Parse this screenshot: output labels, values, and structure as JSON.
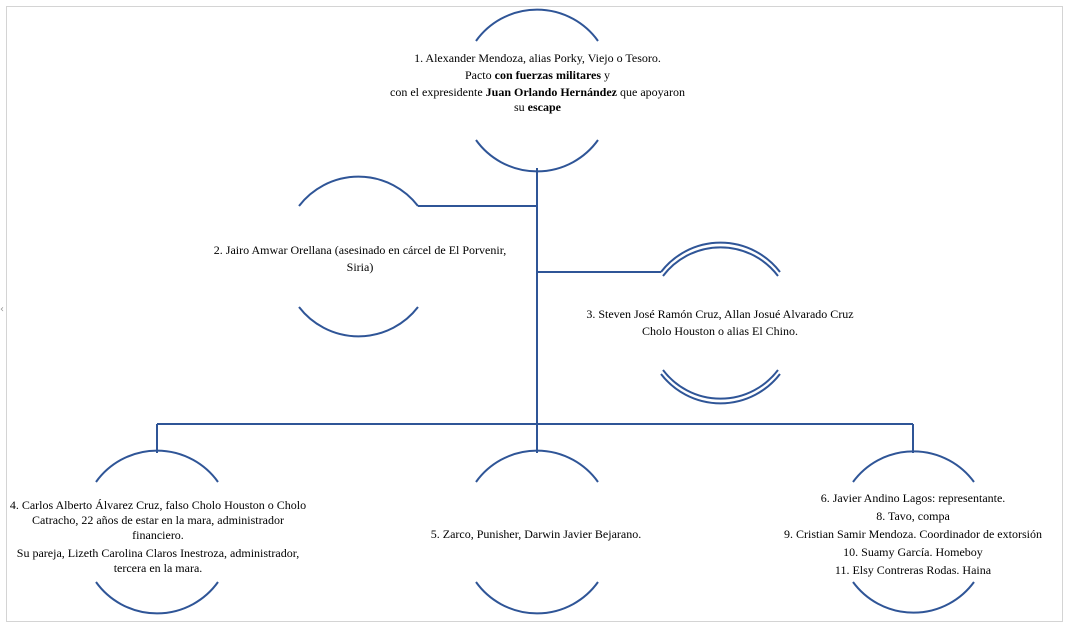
{
  "colors": {
    "line": "#2f5597",
    "frame": "#d4d4d4"
  },
  "nodes": {
    "n1": {
      "line1": "1. Alexander Mendoza, alias Porky, Viejo o Tesoro.",
      "line2_pre": "Pacto ",
      "line2_bold": "con fuerzas militares",
      "line2_post": " y",
      "line3_pre": "con el expresidente ",
      "line3_bold": "Juan Orlando Hernández",
      "line3_post": " que apoyaron",
      "line4_pre": "su ",
      "line4_bold": "escape"
    },
    "n2": {
      "line1": "2. Jairo Amwar Orellana (asesinado en cárcel de El Porvenir,",
      "line2": "Siria)"
    },
    "n3": {
      "line1": "3. Steven José Ramón Cruz, Allan Josué Alvarado Cruz",
      "line2": "Cholo Houston o alias El Chino."
    },
    "n4": {
      "line1": "4. Carlos Alberto Álvarez Cruz, falso Cholo Houston o Cholo",
      "line2": "Catracho, 22 años de estar en la mara, administrador",
      "line3": "financiero.",
      "line4": "Su pareja, Lizeth Carolina Claros Inestroza, administrador,",
      "line5": "tercera en la mara."
    },
    "n5": {
      "line1": "5. Zarco, Punisher, Darwin Javier Bejarano."
    },
    "n6": {
      "line1": "6. Javier Andino Lagos: representante.",
      "line2": "8. Tavo, compa",
      "line3": "9. Cristian Samir Mendoza. Coordinador de extorsión",
      "line4": "10. Suamy García. Homeboy",
      "line5": "11. Elsy Contreras Rodas. Haina"
    }
  }
}
